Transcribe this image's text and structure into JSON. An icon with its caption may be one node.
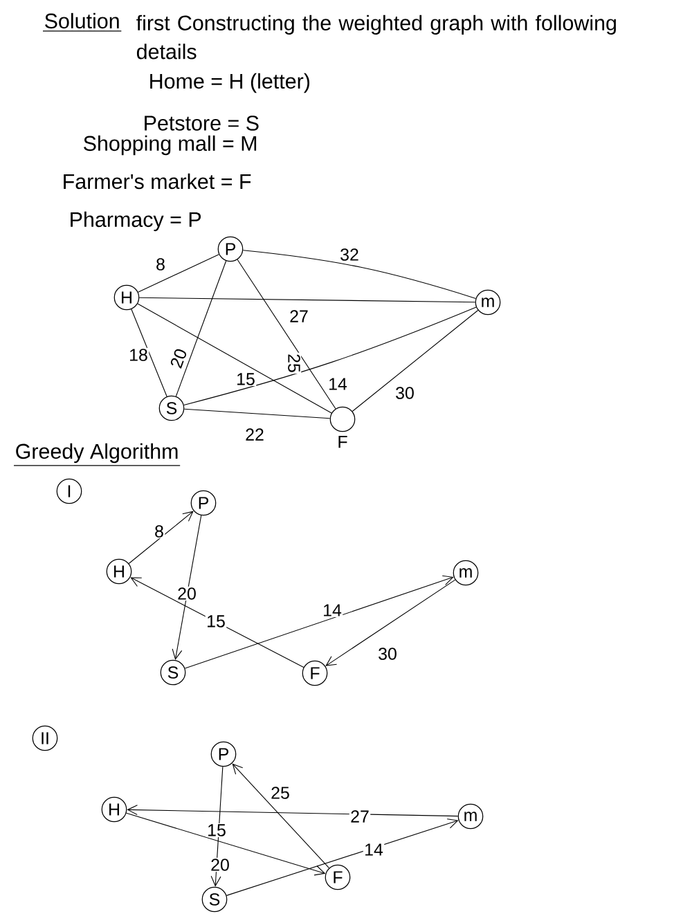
{
  "diagram": {
    "nodes": [
      {
        "text": [
          "P"
        ]
      },
      {
        "text": [
          "H"
        ]
      },
      {
        "text": [
          "m"
        ]
      },
      {
        "text": [
          "S"
        ]
      },
      {
        "text": [],
        "shape": "circle",
        "beside": [
          "F"
        ]
      },
      {
        "text": [
          "I"
        ]
      },
      {
        "text": [
          "P"
        ]
      },
      {
        "text": [
          "H"
        ]
      },
      {
        "text": [
          "m"
        ]
      },
      {
        "text": [
          "S"
        ]
      },
      {
        "text": [
          "F"
        ]
      },
      {
        "text": [
          "II"
        ]
      },
      {
        "text": [
          "P"
        ]
      },
      {
        "text": [
          "H"
        ]
      },
      {
        "text": [
          "m"
        ]
      },
      {
        "text": [
          "S"
        ]
      },
      {
        "text": [
          "F"
        ]
      }
    ],
    "edges": [
      {
        "from": 1,
        "to": 0,
        "arrow": "none",
        "label": "8"
      },
      {
        "from": 0,
        "to": 2,
        "arrow": "none",
        "label": "32"
      },
      {
        "from": 1,
        "to": 2,
        "arrow": "none",
        "label": "27"
      },
      {
        "from": 1,
        "to": 3,
        "arrow": "none",
        "label": "18"
      },
      {
        "from": 0,
        "to": 3,
        "arrow": "none",
        "label": "20"
      },
      {
        "from": 1,
        "to": 4,
        "arrow": "none",
        "label": "15"
      },
      {
        "from": 0,
        "to": 4,
        "arrow": "none",
        "label": "25"
      },
      {
        "from": 3,
        "to": 2,
        "arrow": "none",
        "label": "14"
      },
      {
        "from": 2,
        "to": 4,
        "arrow": "none",
        "label": "30"
      },
      {
        "from": 3,
        "to": 4,
        "arrow": "none",
        "label": "22"
      },
      {
        "from": 7,
        "to": 6,
        "arrow": "to",
        "label": "8"
      },
      {
        "from": 6,
        "to": 9,
        "arrow": "to",
        "label": "20"
      },
      {
        "from": 9,
        "to": 8,
        "arrow": "to",
        "label": "14"
      },
      {
        "from": 8,
        "to": 10,
        "arrow": "to",
        "label": "30"
      },
      {
        "from": 10,
        "to": 7,
        "arrow": "to",
        "label": "15"
      },
      {
        "from": 12,
        "to": 15,
        "arrow": "to",
        "label": "20"
      },
      {
        "from": 16,
        "to": 12,
        "arrow": "to",
        "label": "25"
      },
      {
        "from": 14,
        "to": 13,
        "arrow": "to",
        "label": "27"
      },
      {
        "from": 13,
        "to": 16,
        "arrow": "to",
        "label": "15"
      },
      {
        "from": 15,
        "to": 14,
        "arrow": "to",
        "label": "14"
      }
    ],
    "labels": [
      "Solution",
      "first Constructing the weighted graph with following details",
      "Home = H (letter)",
      "Petstore = S",
      "Shopping mall = M",
      "Farmer's market = F",
      "Pharmacy = P",
      "Greedy Algorithm"
    ]
  }
}
